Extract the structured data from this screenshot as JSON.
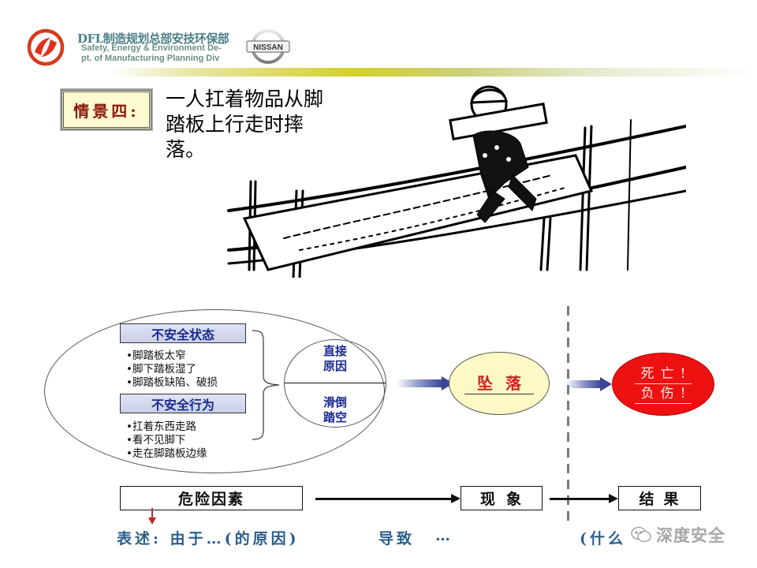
{
  "header": {
    "dept_cn": "DFL制造规划总部安技环保部",
    "dept_en_line1": "Safety, Energy & Environment De-",
    "dept_en_line2": "pt. of Manufacturing Planning Div",
    "nissan_logo_text": "NISSAN",
    "left_logo": "dongfeng-logo",
    "accent_bar_color": "#d4d02a"
  },
  "scenario": {
    "label": "情景四:",
    "description": "一人扛着物品从脚踏板上行走时摔落。",
    "illustration": "worker-carrying-beam-on-scaffold-plank"
  },
  "diagram": {
    "unsafe_state": {
      "title": "不安全状态",
      "items": [
        "•脚踏板太窄",
        "•脚下踏板湿了",
        "•脚踏板缺陷、破损"
      ]
    },
    "unsafe_action": {
      "title": "不安全行为",
      "items": [
        "•扛着东西走路",
        "•看不见脚下",
        "•走在脚踏板边缘"
      ]
    },
    "direct_cause": {
      "title_line1": "直接",
      "title_line2": "原因",
      "value_line1": "滑倒",
      "value_line2": "踏空"
    },
    "phenomenon_event": "坠落",
    "result_line1": "死亡!",
    "result_line2": "负伤!",
    "colors": {
      "label_text": "#1a2a8e",
      "fall_fill": "#fdf9c4",
      "fall_text": "#d42020",
      "result_fill": "#ee1111"
    }
  },
  "flow": {
    "hazard": "危险因素",
    "phenomenon": "现象",
    "result": "结果"
  },
  "expression": {
    "part1": "表述: 由于…(的原因)",
    "part2": "导致",
    "part3": "…",
    "part4": "(什么"
  },
  "watermark": {
    "icon": "wechat-icon",
    "text": "深度安全"
  }
}
